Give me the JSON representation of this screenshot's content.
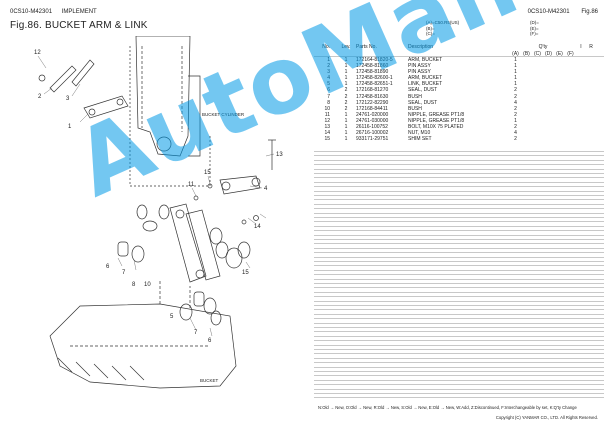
{
  "header": {
    "model_code": "0CS10-M42301",
    "section": "IMPLEMENT",
    "figure_title": "Fig.86.  BUCKET ARM & LINK",
    "right_model_code": "0CS10-M42301",
    "right_fig": "Fig.86"
  },
  "subheader": {
    "left": [
      "(A)=C50.R5(US)",
      "(B)=",
      "(C)="
    ],
    "right": [
      "(D)=",
      "(E)=",
      "(F)="
    ]
  },
  "columns": {
    "no": "No.",
    "lev": "Lev.",
    "parts_no": "Parts No.",
    "description": "Description",
    "qty": "Q'ty",
    "i": "I",
    "r": "R",
    "q_subcols": [
      "(A)",
      "(B)",
      "(C)",
      "(D)",
      "(E)",
      "(F)"
    ]
  },
  "parts": [
    {
      "no": "1",
      "lev": "1",
      "part": "172164-81820-5",
      "desc": "ARM, BUCKET",
      "qty": "1"
    },
    {
      "no": "2",
      "lev": "1",
      "part": "172458-81860",
      "desc": "PIN ASSY",
      "qty": "1"
    },
    {
      "no": "3",
      "lev": "1",
      "part": "172458-81890",
      "desc": "PIN ASSY",
      "qty": "1"
    },
    {
      "no": "4",
      "lev": "1",
      "part": "172458-82600-1",
      "desc": "ARM, BUCKET",
      "qty": "1"
    },
    {
      "no": "5",
      "lev": "1",
      "part": "172458-82651-1",
      "desc": "LINK, BUCKET",
      "qty": "1"
    },
    {
      "no": "6",
      "lev": "2",
      "part": "172168-81270",
      "desc": "SEAL, DUST",
      "qty": "2"
    },
    {
      "no": "7",
      "lev": "2",
      "part": "172458-81630",
      "desc": "BUSH",
      "qty": "2"
    },
    {
      "no": "8",
      "lev": "2",
      "part": "172122-82290",
      "desc": "SEAL, DUST",
      "qty": "4"
    },
    {
      "no": "10",
      "lev": "2",
      "part": "172168-84411",
      "desc": "BUSH",
      "qty": "2"
    },
    {
      "no": "11",
      "lev": "1",
      "part": "24761-020000",
      "desc": "NIPPLE, GREASE PT1/8",
      "qty": "2"
    },
    {
      "no": "12",
      "lev": "1",
      "part": "24761-030000",
      "desc": "NIPPLE, GREASE PT1/8",
      "qty": "1"
    },
    {
      "no": "13",
      "lev": "1",
      "part": "26116-100752",
      "desc": "BOLT, M10X 75 PLATED",
      "qty": "2"
    },
    {
      "no": "14",
      "lev": "1",
      "part": "26716-100002",
      "desc": "NUT, M10",
      "qty": "4"
    },
    {
      "no": "15",
      "lev": "1",
      "part": "933171-29751",
      "desc": "SHIM SET",
      "qty": "2"
    }
  ],
  "diagram_labels": {
    "bucket_cylinder": "BUCKET CYLINDER",
    "bucket": "BUCKET",
    "callouts": [
      "1",
      "2",
      "3",
      "4",
      "5",
      "6",
      "7",
      "8",
      "10",
      "11",
      "12",
      "13",
      "14",
      "15"
    ]
  },
  "footer": {
    "legend": "N:Old → New, O:Old → New, R:Old → New, S:Old → New, E:Old → New, W:Add, Z:Discontinued, F:Interchangeable by set, K:Q'ty Change",
    "copyright": "Copyright (C) YANMAR CO., LTD. All Rights Reserved."
  },
  "watermark": "AutoManual",
  "colors": {
    "watermark": "#0099e6",
    "line": "#333333"
  }
}
